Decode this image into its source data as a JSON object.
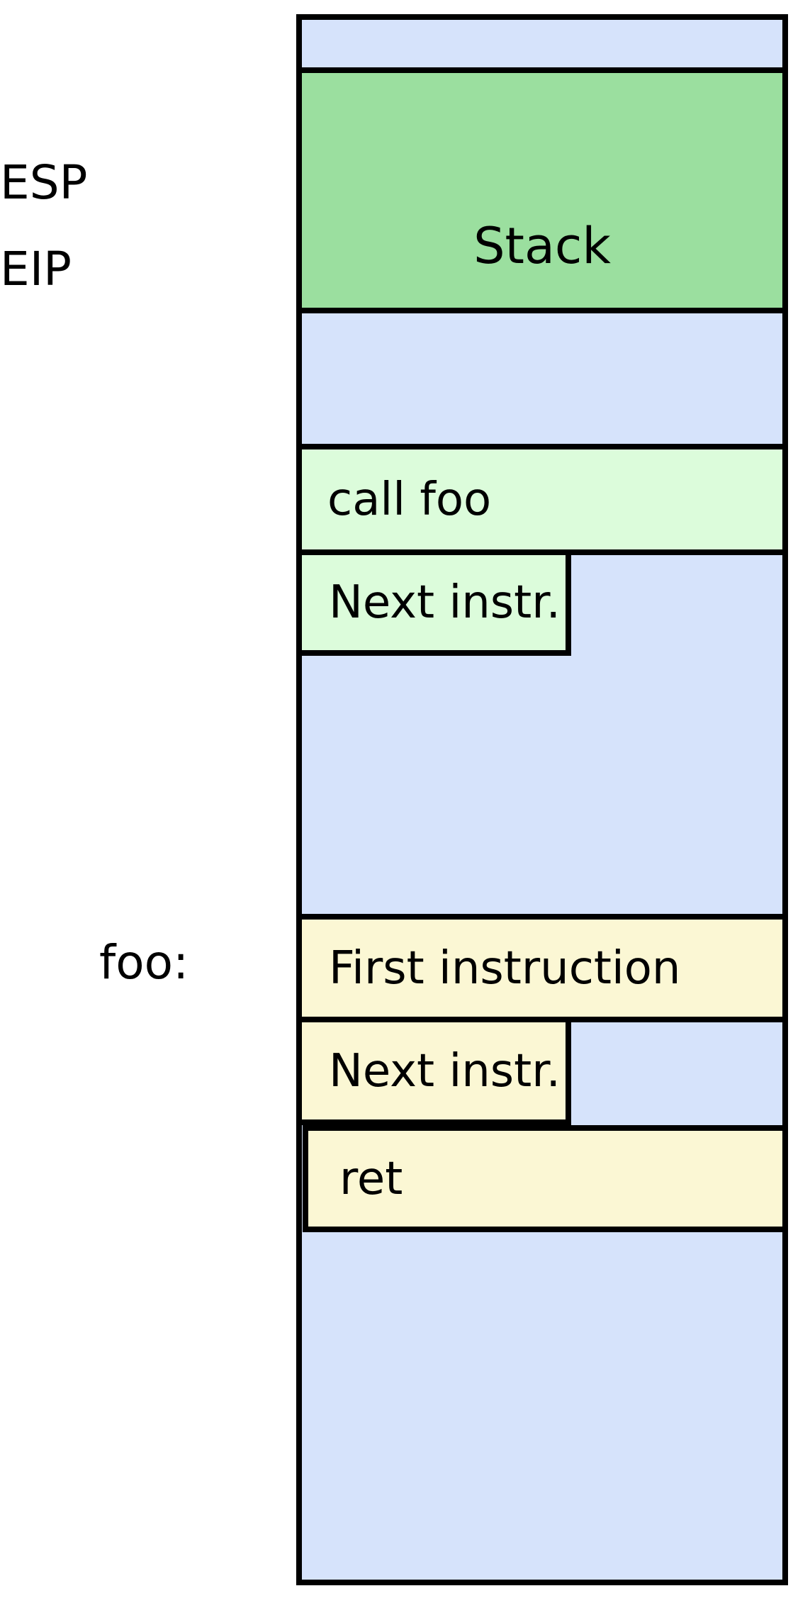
{
  "registers": {
    "esp": "ESP",
    "eip": "EIP"
  },
  "labels": {
    "foo": "foo:"
  },
  "blocks": {
    "stack": "Stack",
    "call_foo": "call foo",
    "next_instr_caller": "Next instr.",
    "first_instruction": "First instruction",
    "next_instr_callee": "Next instr.",
    "ret": "ret"
  },
  "colors": {
    "memory_bg": "#d6e3fb",
    "stack": "#9bdf9f",
    "caller_code": "#dcfcdb",
    "callee_code": "#fbf7d4",
    "border": "#000000",
    "page_bg": "#ffffff",
    "text": "#000000"
  }
}
